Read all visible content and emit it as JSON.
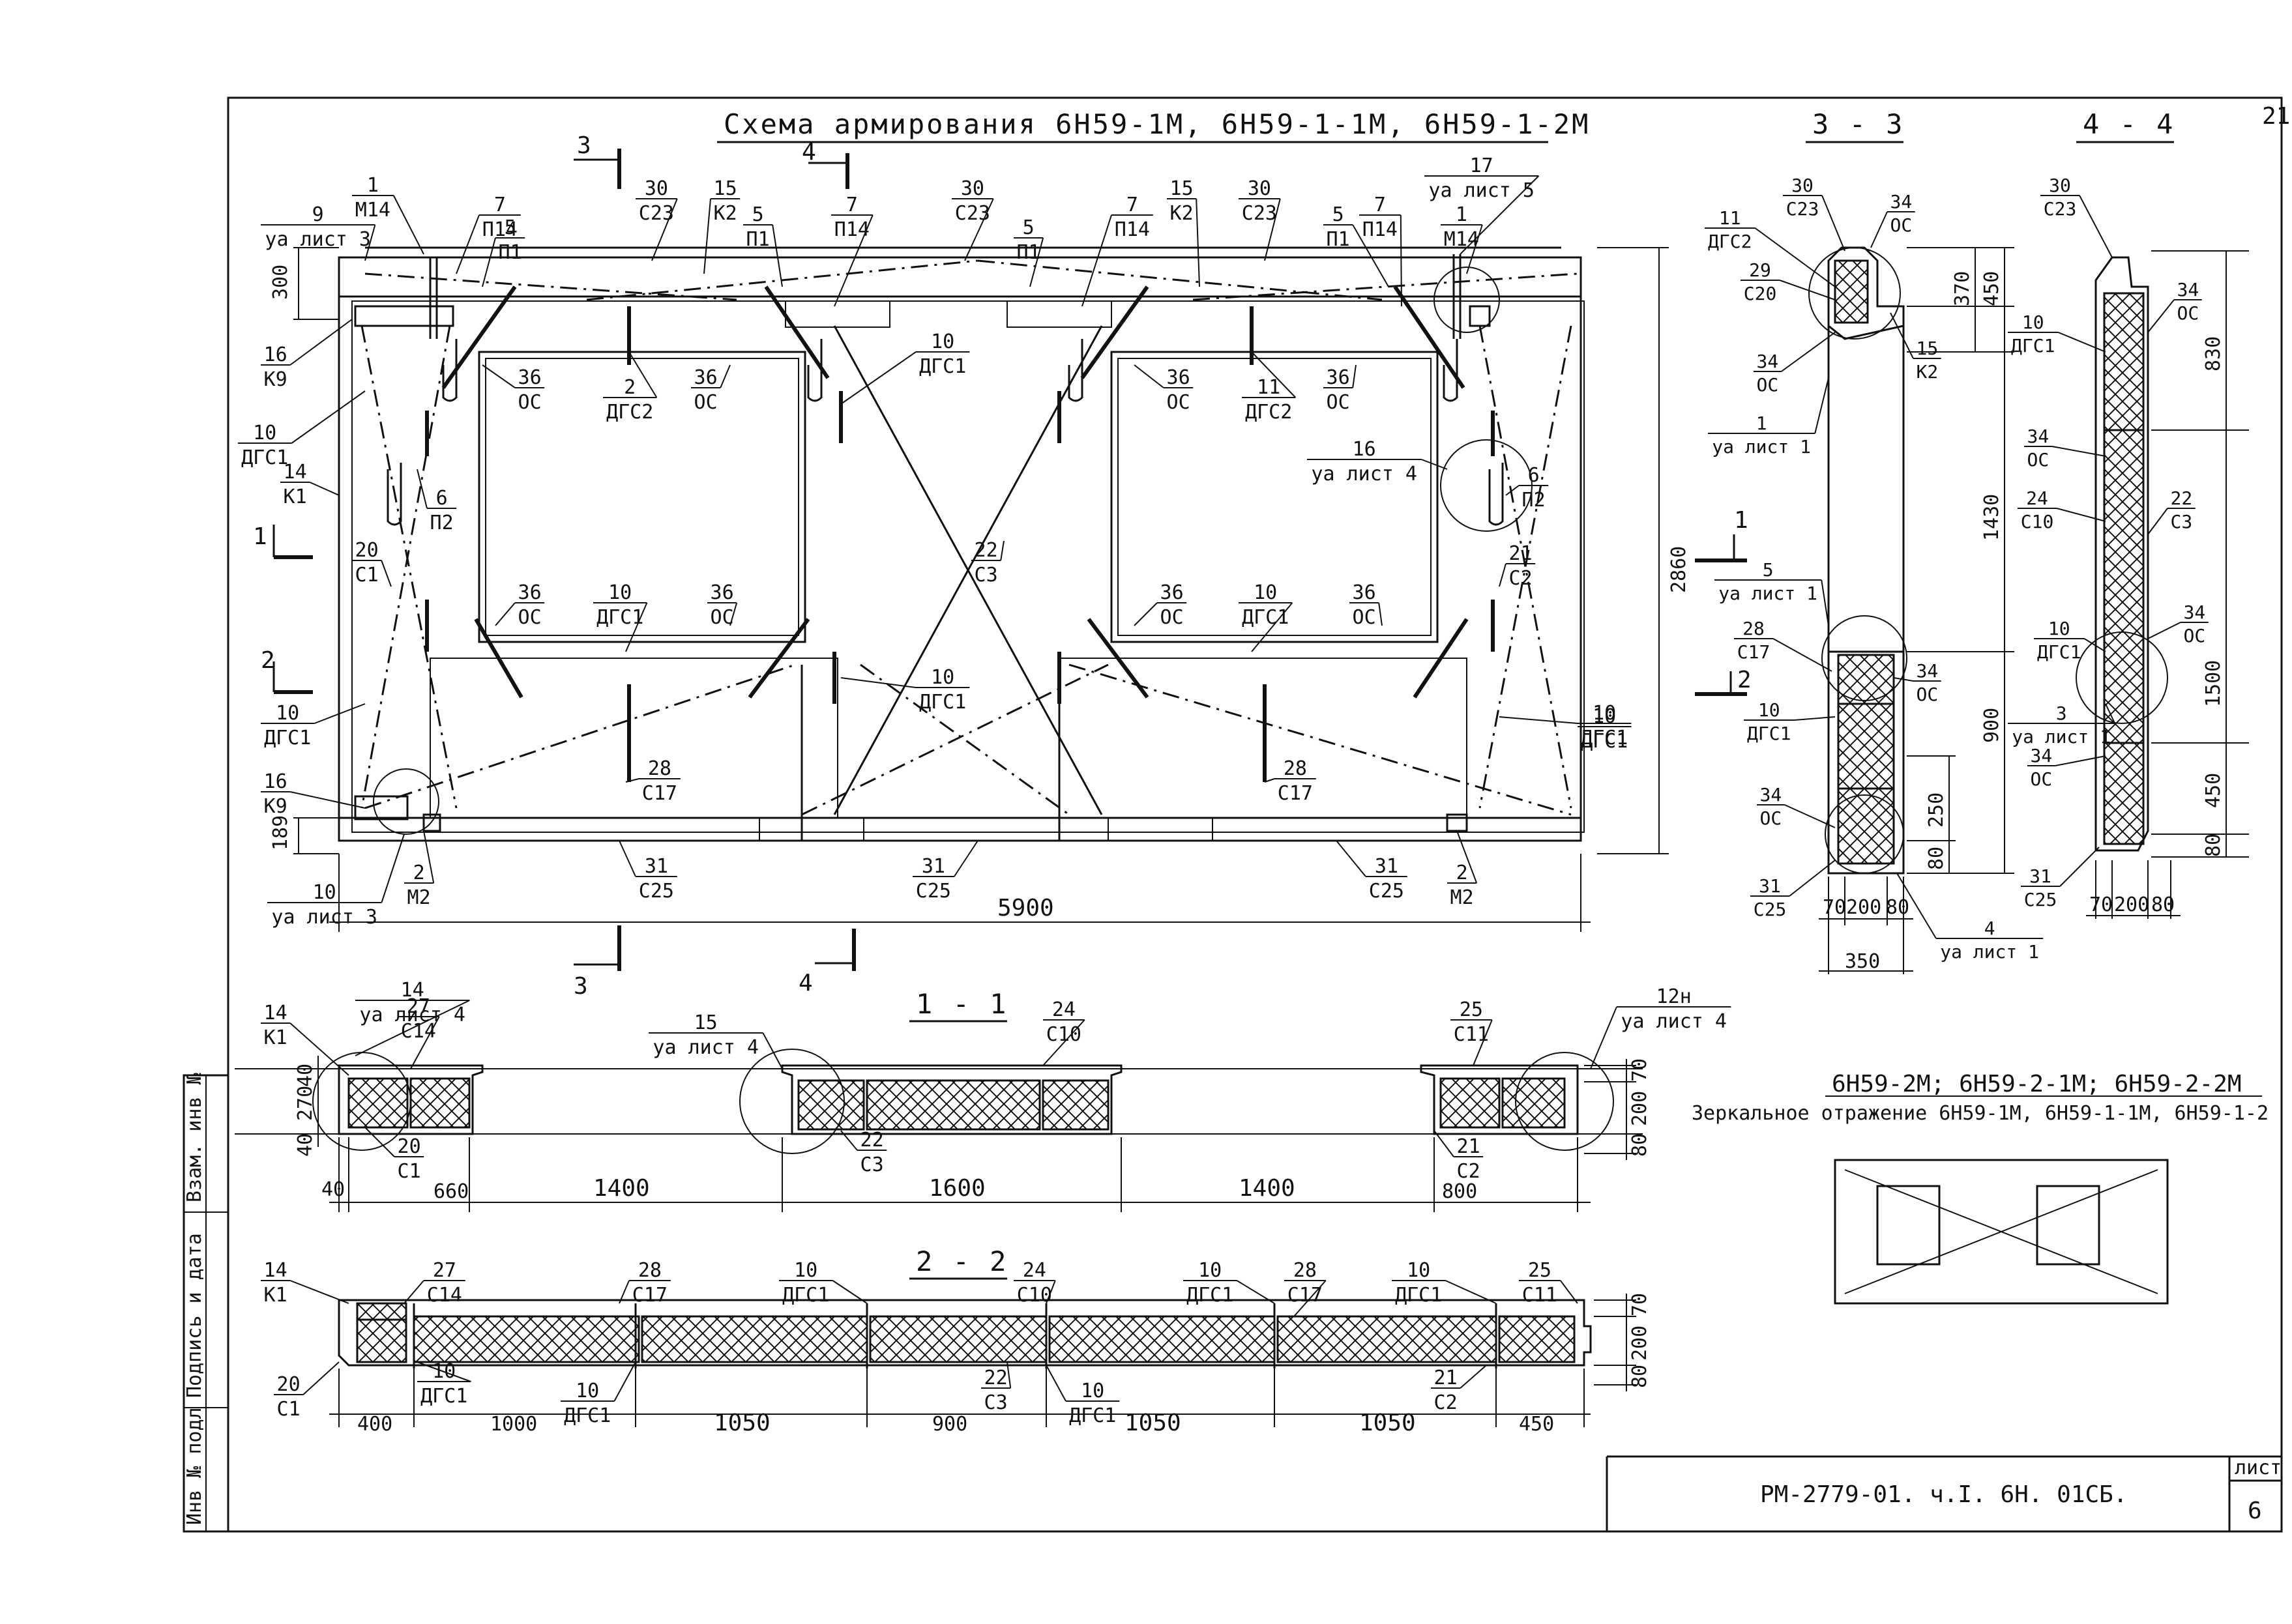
{
  "page_number": "21",
  "title": "Схема армирования  6Н59-1М, 6Н59-1-1М, 6Н59-1-2М",
  "sections": {
    "s33": "3 - 3",
    "s44": "4 - 4",
    "s11": "1 - 1",
    "s22": "2 - 2"
  },
  "mirror": {
    "line1": "6Н59-2М; 6Н59-2-1М; 6Н59-2-2М",
    "line2": "Зеркальное отражение 6Н59-1М, 6Н59-1-1М, 6Н59-1-2"
  },
  "stamp": {
    "code": "РМ-2779-01. ч.I. 6Н. 01СБ.",
    "sheet_label": "лист",
    "sheet_no": "6"
  },
  "side_stamp": {
    "c1": "Инв № подл",
    "c2": "Подпись и дата",
    "c3": "Взам. инв №"
  },
  "cut_marks": {
    "n1": "1",
    "n2": "2",
    "n3": "3",
    "n4": "4"
  },
  "main_labels": [
    {
      "n": "9",
      "d": "уа лист 3"
    },
    {
      "n": "1",
      "d": "М14"
    },
    {
      "n": "7",
      "d": "П14"
    },
    {
      "n": "5",
      "d": "П1"
    },
    {
      "n": "30",
      "d": "С23"
    },
    {
      "n": "15",
      "d": "К2"
    },
    {
      "n": "5",
      "d": "П1"
    },
    {
      "n": "7",
      "d": "П14"
    },
    {
      "n": "30",
      "d": "С23"
    },
    {
      "n": "5",
      "d": "П1"
    },
    {
      "n": "7",
      "d": "П14"
    },
    {
      "n": "15",
      "d": "К2"
    },
    {
      "n": "30",
      "d": "С23"
    },
    {
      "n": "5",
      "d": "П1"
    },
    {
      "n": "7",
      "d": "П14"
    },
    {
      "n": "17",
      "d": "уа лист 5"
    },
    {
      "n": "1",
      "d": "М14"
    },
    {
      "n": "16",
      "d": "К9"
    },
    {
      "n": "10",
      "d": "ДГС1"
    },
    {
      "n": "14",
      "d": "К1"
    },
    {
      "n": "6",
      "d": "П2"
    },
    {
      "n": "20",
      "d": "С1"
    },
    {
      "n": "10",
      "d": "ДГС1"
    },
    {
      "n": "16",
      "d": "К9"
    },
    {
      "n": "36",
      "d": "ОС"
    },
    {
      "n": "2",
      "d": "ДГС2"
    },
    {
      "n": "36",
      "d": "ОС"
    },
    {
      "n": "10",
      "d": "ДГС1"
    },
    {
      "n": "36",
      "d": "ОС"
    },
    {
      "n": "11",
      "d": "ДГС2"
    },
    {
      "n": "36",
      "d": "ОС"
    },
    {
      "n": "16",
      "d": "уа лист 4"
    },
    {
      "n": "6",
      "d": "П2"
    },
    {
      "n": "10",
      "d": "ДГС1"
    },
    {
      "n": "21",
      "d": "С2"
    },
    {
      "n": "22",
      "d": "С3"
    },
    {
      "n": "36",
      "d": "ОС"
    },
    {
      "n": "10",
      "d": "ДГС1"
    },
    {
      "n": "36",
      "d": "ОС"
    },
    {
      "n": "36",
      "d": "ОС"
    },
    {
      "n": "10",
      "d": "ДГС1"
    },
    {
      "n": "36",
      "d": "ОС"
    },
    {
      "n": "10",
      "d": "ДГС1"
    },
    {
      "n": "28",
      "d": "С17"
    },
    {
      "n": "28",
      "d": "С17"
    },
    {
      "n": "10",
      "d": "ДГС1"
    },
    {
      "n": "2",
      "d": "М2"
    },
    {
      "n": "10",
      "d": "уа лист 3"
    },
    {
      "n": "31",
      "d": "С25"
    },
    {
      "n": "31",
      "d": "С25"
    },
    {
      "n": "31",
      "d": "С25"
    },
    {
      "n": "2",
      "d": "М2"
    }
  ],
  "main_dims": {
    "d300": "300",
    "d189": "189",
    "d2860": "2860",
    "d5900": "5900"
  },
  "s33_labels": [
    {
      "n": "30",
      "d": "С23"
    },
    {
      "n": "34",
      "d": "ОС"
    },
    {
      "n": "11",
      "d": "ДГС2"
    },
    {
      "n": "29",
      "d": "С20"
    },
    {
      "n": "34",
      "d": "ОС"
    },
    {
      "n": "15",
      "d": "К2"
    },
    {
      "n": "1",
      "d": "уа лист 1"
    },
    {
      "n": "5",
      "d": "уа лист 1"
    },
    {
      "n": "28",
      "d": "С17"
    },
    {
      "n": "10",
      "d": "ДГС1"
    },
    {
      "n": "34",
      "d": "ОС"
    },
    {
      "n": "34",
      "d": "ОС"
    },
    {
      "n": "31",
      "d": "С25"
    },
    {
      "n": "4",
      "d": "уа лист 1"
    }
  ],
  "s33_dims": {
    "d370": "370",
    "d450": "450",
    "d1430": "1430",
    "d900": "900",
    "d250": "250",
    "d80": "80",
    "b70": "70",
    "b200": "200",
    "b80": "80",
    "d350": "350"
  },
  "s44_labels": [
    {
      "n": "30",
      "d": "С23"
    },
    {
      "n": "34",
      "d": "ОС"
    },
    {
      "n": "10",
      "d": "ДГС1"
    },
    {
      "n": "34",
      "d": "ОС"
    },
    {
      "n": "24",
      "d": "С10"
    },
    {
      "n": "22",
      "d": "С3"
    },
    {
      "n": "10",
      "d": "ДГС1"
    },
    {
      "n": "34",
      "d": "ОС"
    },
    {
      "n": "3",
      "d": "уа лист 1"
    },
    {
      "n": "34",
      "d": "ОС"
    },
    {
      "n": "31",
      "d": "С25"
    }
  ],
  "s44_dims": {
    "d830": "830",
    "d1500": "1500",
    "d450": "450",
    "d80": "80",
    "b70": "70",
    "b200": "200",
    "b80": "80"
  },
  "s11_labels": [
    {
      "n": "14",
      "d": "К1"
    },
    {
      "n": "14",
      "d": "уа лист 4"
    },
    {
      "n": "27",
      "d": "С14"
    },
    {
      "n": "15",
      "d": "уа лист 4"
    },
    {
      "n": "24",
      "d": "С10"
    },
    {
      "n": "25",
      "d": "С11"
    },
    {
      "n": "12н",
      "d": "уа лист 4"
    },
    {
      "n": "20",
      "d": "С1"
    },
    {
      "n": "22",
      "d": "С3"
    },
    {
      "n": "21",
      "d": "С2"
    }
  ],
  "s11_dims": {
    "v40a": "40",
    "v270": "270",
    "v40b": "40",
    "h40": "40",
    "h660": "660",
    "h1400a": "1400",
    "h1600": "1600",
    "h1400b": "1400",
    "h800": "800",
    "r70": "70",
    "r200": "200",
    "r80": "80"
  },
  "s22_labels": [
    {
      "n": "14",
      "d": "К1"
    },
    {
      "n": "27",
      "d": "С14"
    },
    {
      "n": "28",
      "d": "С17"
    },
    {
      "n": "10",
      "d": "ДГС1"
    },
    {
      "n": "24",
      "d": "С10"
    },
    {
      "n": "10",
      "d": "ДГС1"
    },
    {
      "n": "28",
      "d": "С17"
    },
    {
      "n": "10",
      "d": "ДГС1"
    },
    {
      "n": "25",
      "d": "С11"
    },
    {
      "n": "20",
      "d": "С1"
    },
    {
      "n": "10",
      "d": "ДГС1"
    },
    {
      "n": "10",
      "d": "ДГС1"
    },
    {
      "n": "22",
      "d": "С3"
    },
    {
      "n": "10",
      "d": "ДГС1"
    },
    {
      "n": "21",
      "d": "С2"
    }
  ],
  "s22_dims": {
    "h400": "400",
    "h1000": "1000",
    "h1050a": "1050",
    "h900": "900",
    "h1050b": "1050",
    "h1050c": "1050",
    "h450": "450",
    "r70": "70",
    "r200": "200",
    "r80": "80"
  }
}
